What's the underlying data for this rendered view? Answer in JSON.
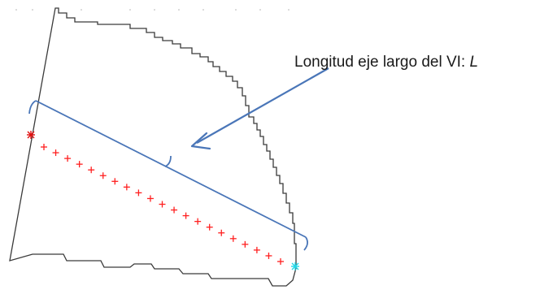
{
  "annotation": {
    "text": "Longitud eje largo del VI: ",
    "variable": "L"
  },
  "colors": {
    "outline": "#3a3a3a",
    "measure_line": "#4a76b8",
    "arrow": "#4a76b8",
    "axis_points": "#ff2020",
    "apex_marker": "#e01010",
    "base_marker": "#22d8e8"
  },
  "axis_points": {
    "count": 21,
    "marker": "plus"
  }
}
